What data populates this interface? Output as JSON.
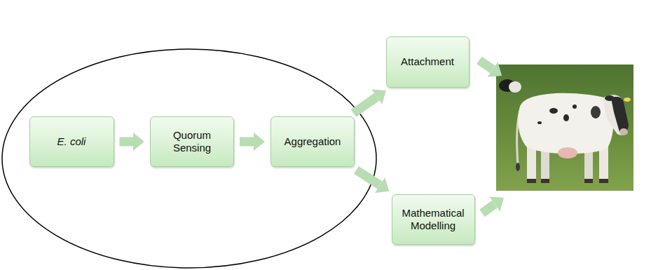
{
  "diagram": {
    "nodes": [
      {
        "text": [
          "E. coli"
        ]
      },
      {
        "text": [
          "Quorum Sensing"
        ]
      },
      {
        "text": [
          "Aggregation"
        ]
      },
      {
        "text": [
          "Attachment"
        ]
      },
      {
        "text": [
          "Mathematical Modelling"
        ]
      }
    ],
    "edges": [
      {
        "from": 0,
        "to": 1,
        "arrow": "to"
      },
      {
        "from": 1,
        "to": 2,
        "arrow": "to"
      },
      {
        "from": 2,
        "to": 3,
        "arrow": "to"
      },
      {
        "from": 2,
        "to": 4,
        "arrow": "to"
      }
    ]
  }
}
